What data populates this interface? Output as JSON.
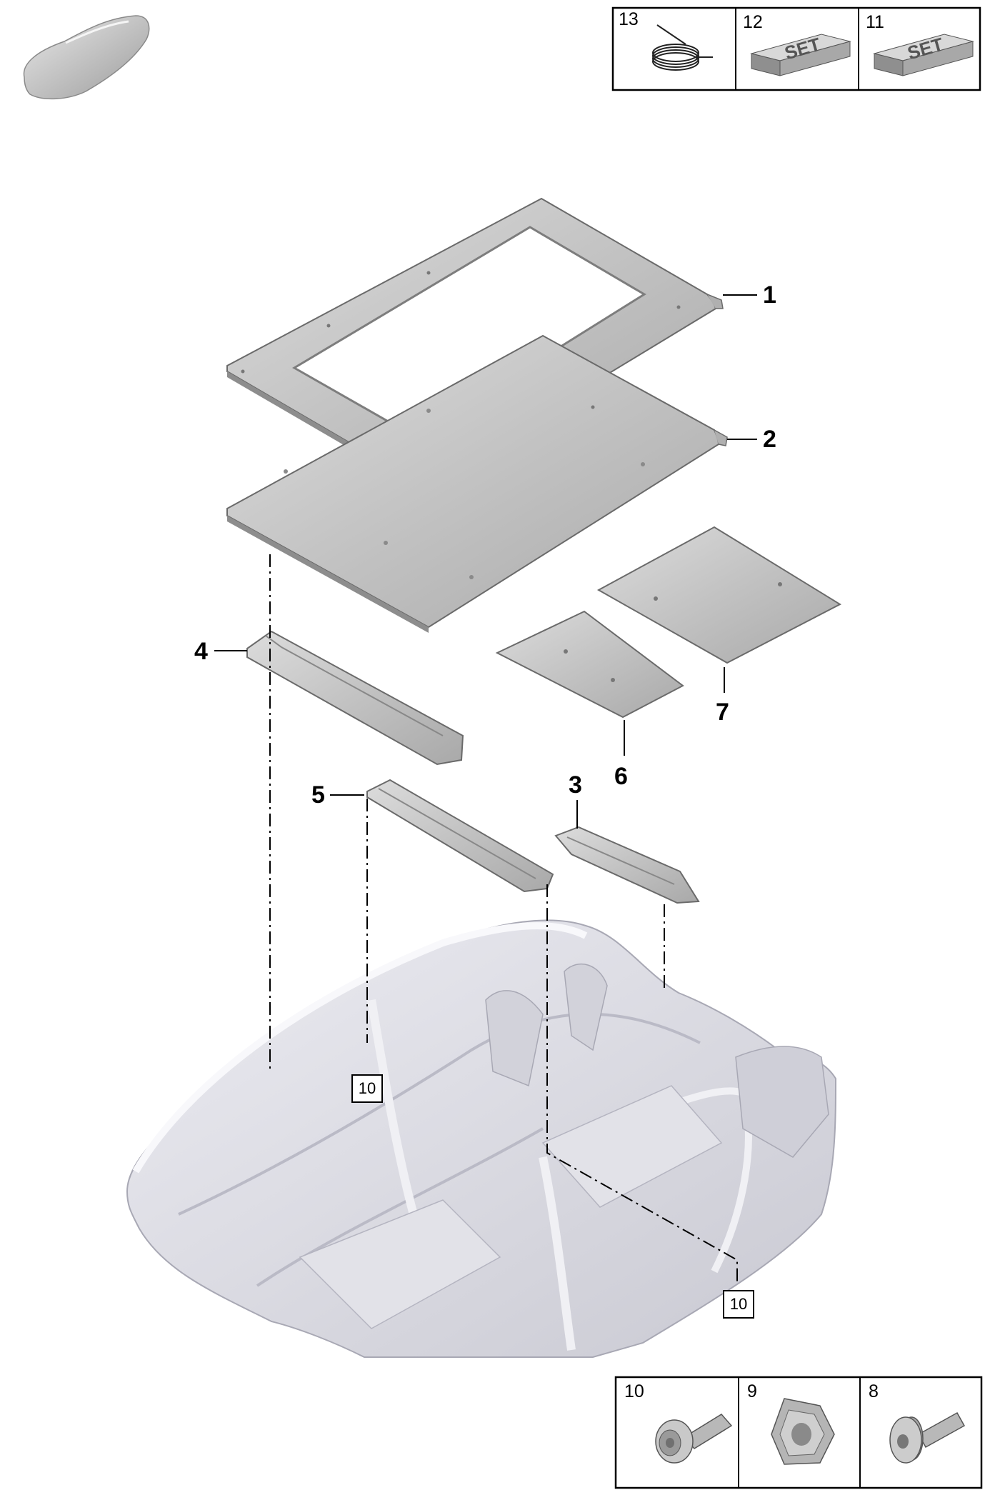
{
  "legend_top": [
    {
      "number": "13",
      "icon": "wire-coil-icon"
    },
    {
      "number": "12",
      "icon": "set-box-icon",
      "label": "SET"
    },
    {
      "number": "11",
      "icon": "set-box-icon",
      "label": "SET"
    }
  ],
  "legend_bottom": [
    {
      "number": "10",
      "icon": "torx-bolt-icon"
    },
    {
      "number": "9",
      "icon": "hex-nut-icon"
    },
    {
      "number": "8",
      "icon": "torx-screw-icon"
    }
  ],
  "callouts": {
    "c1": "1",
    "c2": "2",
    "c3": "3",
    "c4": "4",
    "c5": "5",
    "c6": "6",
    "c7": "7"
  },
  "ref_boxes": {
    "left": "10",
    "right": "10"
  },
  "colors": {
    "panel": "#c4c4c4",
    "panel_edge": "#6a6a6a",
    "body_shell": "#dcdce4",
    "line": "#000000"
  }
}
